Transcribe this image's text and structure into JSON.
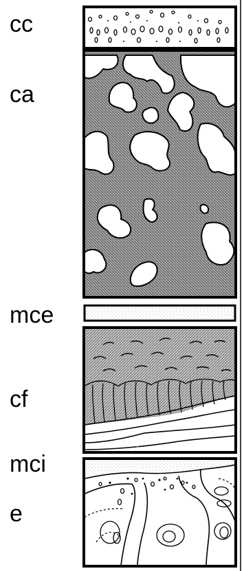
{
  "labels": {
    "cc": "cc",
    "ca": "ca",
    "mce": "mce",
    "cf": "cf",
    "mci": "mci",
    "e": "e"
  },
  "colors": {
    "outline": "#000000",
    "stipple_dark": "#7a7a7a",
    "stipple_light": "#d4d4d4",
    "background": "#ffffff"
  }
}
